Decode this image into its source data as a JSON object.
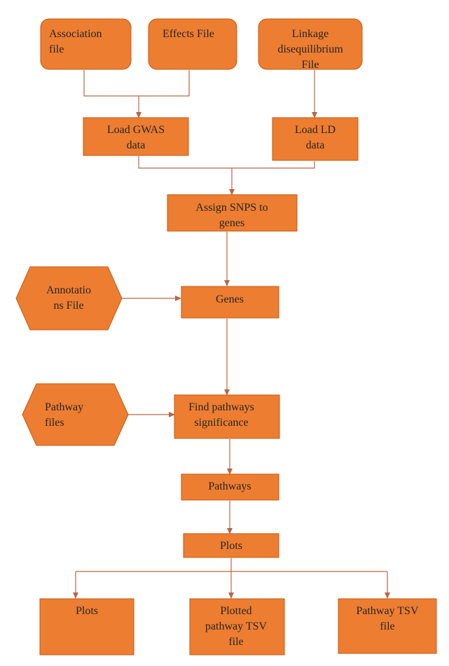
{
  "colors": {
    "fill": "#ED7D31",
    "stroke": "#C55A11",
    "edge": "#B4694A",
    "text": "#262626"
  },
  "nodes": {
    "association_file": {
      "lines": [
        "Association",
        "file"
      ]
    },
    "effects_file": {
      "lines": [
        "Effects File"
      ]
    },
    "linkage_file": {
      "lines": [
        "Linkage",
        "disequilibrium",
        "File"
      ]
    },
    "load_gwas": {
      "lines": [
        "Load GWAS",
        "data"
      ]
    },
    "load_ld": {
      "lines": [
        "Load LD",
        "data"
      ]
    },
    "assign_snps": {
      "lines": [
        "Assign SNPS to",
        "genes"
      ]
    },
    "annotations_file": {
      "lines": [
        "Annotatio",
        "ns File"
      ]
    },
    "genes": {
      "lines": [
        "Genes"
      ]
    },
    "pathway_files": {
      "lines": [
        "Pathway",
        "files"
      ]
    },
    "find_pathways": {
      "lines": [
        "Find pathways",
        "significance"
      ]
    },
    "pathways": {
      "lines": [
        "Pathways"
      ]
    },
    "plots": {
      "lines": [
        "Plots"
      ]
    },
    "plots_out": {
      "lines": [
        "Plots"
      ]
    },
    "plotted_tsv": {
      "lines": [
        "Plotted",
        "pathway TSV",
        "file"
      ]
    },
    "pathway_tsv": {
      "lines": [
        "Pathway TSV",
        "file"
      ]
    }
  }
}
